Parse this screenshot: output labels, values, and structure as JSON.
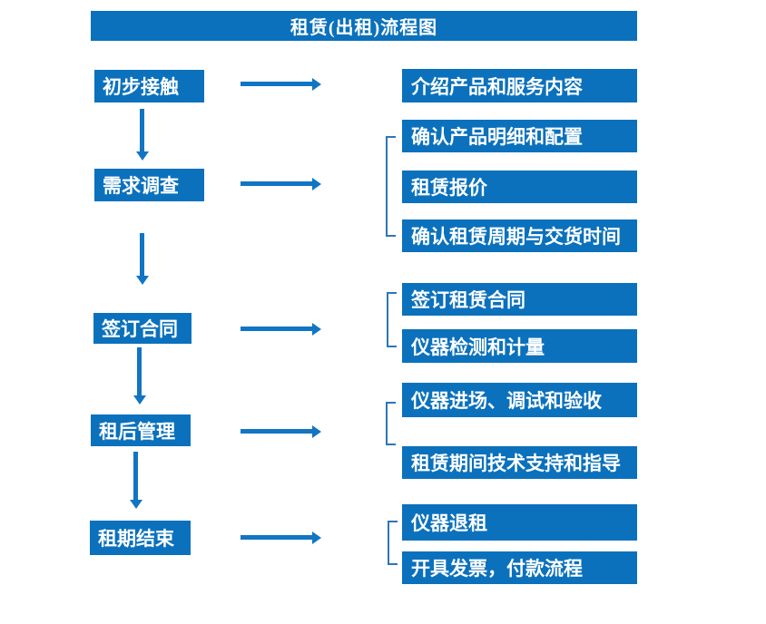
{
  "title": "租赁(出租)流程图",
  "colors": {
    "box_blue": "#0B71BC",
    "arrow_blue": "#1175C4",
    "bracket_blue": "#2E75B6",
    "bg": "#FFFFFF",
    "text_white": "#FFFFFF"
  },
  "steps": [
    {
      "label": "初步接触",
      "details": [
        "介绍产品和服务内容"
      ]
    },
    {
      "label": "需求调查",
      "details": [
        "确认产品明细和配置",
        "租赁报价",
        "确认租赁周期与交货时间"
      ]
    },
    {
      "label": "签订合同",
      "details": [
        "签订租赁合同",
        "仪器检测和计量"
      ]
    },
    {
      "label": "租后管理",
      "details": [
        "仪器进场、调试和验收",
        "租赁期间技术支持和指导"
      ]
    },
    {
      "label": "租期结束",
      "details": [
        "仪器退租",
        "开具发票，付款流程"
      ]
    }
  ]
}
